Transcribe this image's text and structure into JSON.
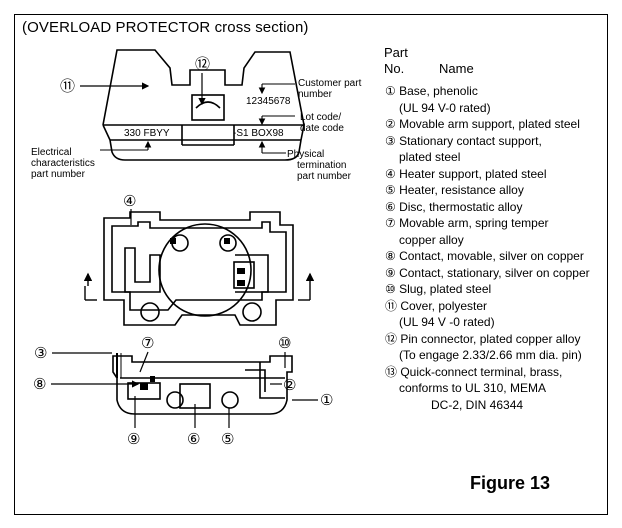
{
  "title": "(OVERLOAD PROTECTOR   cross section)",
  "parts_header": {
    "line1": "Part",
    "no": "No.",
    "name": "Name"
  },
  "parts": [
    {
      "n": "①",
      "text": "Base, phenolic",
      "sub": [
        "(UL  94 V-0 rated)"
      ]
    },
    {
      "n": "②",
      "text": "Movable arm support, plated steel",
      "sub": []
    },
    {
      "n": "③",
      "text": "Stationary contact support,",
      "sub": [
        "plated steel"
      ]
    },
    {
      "n": "④",
      "text": "Heater support, plated steel",
      "sub": []
    },
    {
      "n": "⑤",
      "text": "Heater, resistance alloy",
      "sub": []
    },
    {
      "n": "⑥",
      "text": "Disc, thermostatic alloy",
      "sub": []
    },
    {
      "n": "⑦",
      "text": "Movable arm, spring temper",
      "sub": [
        "copper alloy"
      ]
    },
    {
      "n": "⑧",
      "text": "Contact, movable, silver on copper",
      "sub": []
    },
    {
      "n": "⑨",
      "text": "Contact, stationary, silver on copper",
      "sub": []
    },
    {
      "n": "⑩",
      "text": "Slug, plated steel",
      "sub": []
    },
    {
      "n": "⑪",
      "text": "Cover, polyester",
      "sub": [
        "(UL  94 V -0 rated)"
      ]
    },
    {
      "n": "⑫",
      "text": "Pin connector, plated copper alloy",
      "sub": [
        "(To engage 2.33/2.66 mm dia. pin)"
      ]
    },
    {
      "n": "⑬",
      "text": "Quick-connect terminal, brass,",
      "sub": [
        "conforms to UL 310, MEMA"
      ],
      "sub2": [
        "DC-2, DIN 46344"
      ]
    }
  ],
  "figure_label": "Figure  13",
  "diagram": {
    "customer_part_number": [
      "Customer part",
      "number"
    ],
    "lot_code": [
      "Lot code/",
      "date code"
    ],
    "electrical": [
      "Electrical",
      "characteristics",
      "part number"
    ],
    "physical": [
      "Physical",
      "termination",
      "part number"
    ],
    "marking_left": "330 FBYY",
    "marking_right": "-S1  BOX98",
    "marking_top": "12345678",
    "callouts": {
      "c1": "①",
      "c2": "②",
      "c3": "③",
      "c4": "④",
      "c5": "⑤",
      "c6": "⑥",
      "c7": "⑦",
      "c8": "⑧",
      "c9": "⑨",
      "c10": "⑩",
      "c11": "⑪",
      "c12": "⑫"
    }
  }
}
